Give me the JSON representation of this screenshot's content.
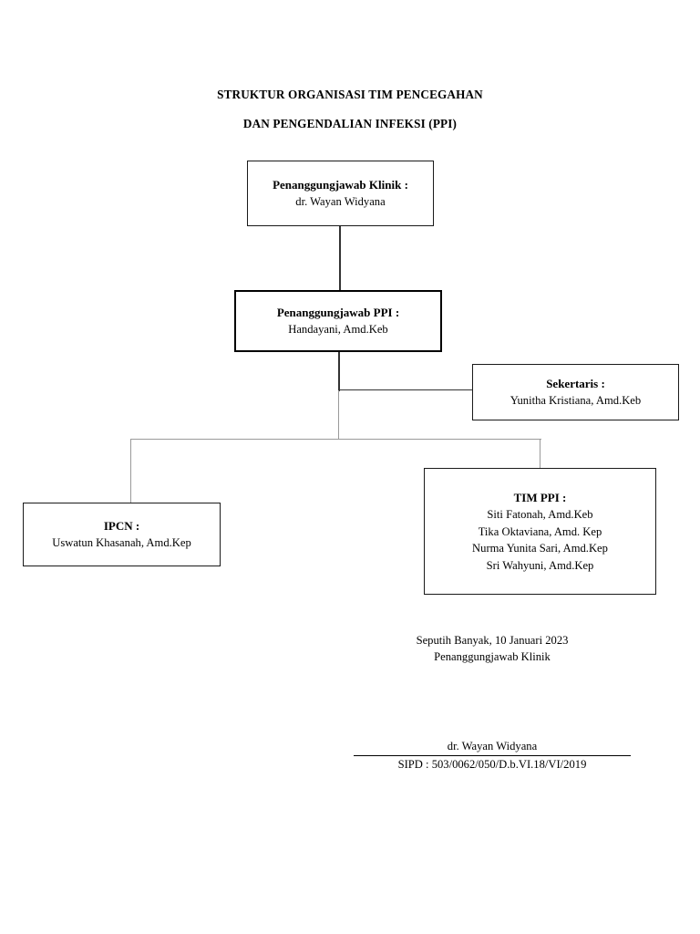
{
  "document": {
    "title_lines": [
      "STRUKTUR ORGANISASI TIM PENCEGAHAN",
      "DAN PENGENDALIAN INFEKSI (PPI)"
    ]
  },
  "chart_data": {
    "type": "diagram",
    "diagram_type": "organizational-chart",
    "title": "STRUKTUR ORGANISASI TIM PENCEGAHAN DAN PENGENDALIAN INFEKSI (PPI)",
    "nodes": [
      {
        "id": "penanggungjawab-klinik",
        "role": "Penanggungjawab Klinik :",
        "members": [
          "dr. Wayan Widyana"
        ],
        "level": 1,
        "border": "thin"
      },
      {
        "id": "penanggungjawab-ppi",
        "role": "Penanggungjawab PPI :",
        "members": [
          "Handayani, Amd.Keb"
        ],
        "level": 2,
        "border": "thick"
      },
      {
        "id": "sekertaris",
        "role": "Sekertaris :",
        "members": [
          "Yunitha Kristiana, Amd.Keb"
        ],
        "level": 3,
        "border": "thin"
      },
      {
        "id": "ipcn",
        "role": "IPCN :",
        "members": [
          "Uswatun Khasanah, Amd.Kep"
        ],
        "level": 4,
        "border": "thin"
      },
      {
        "id": "tim-ppi",
        "role": "TIM PPI :",
        "members": [
          "Siti Fatonah, Amd.Keb",
          "Tika Oktaviana, Amd. Kep",
          "Nurma Yunita Sari, Amd.Kep",
          "Sri Wahyuni, Amd.Kep"
        ],
        "level": 4,
        "border": "thin"
      }
    ],
    "edges": [
      {
        "from": "penanggungjawab-klinik",
        "to": "penanggungjawab-ppi"
      },
      {
        "from": "penanggungjawab-ppi",
        "to": "sekertaris"
      },
      {
        "from": "penanggungjawab-ppi",
        "to": "ipcn"
      },
      {
        "from": "penanggungjawab-ppi",
        "to": "tim-ppi"
      }
    ]
  },
  "signature": {
    "place_date": "Seputih Banyak, 10 Januari 2023",
    "position": "Penanggungjawab Klinik",
    "name": "dr. Wayan Widyana",
    "license": "SIPD : 503/0062/050/D.b.VI.18/VI/2019"
  }
}
